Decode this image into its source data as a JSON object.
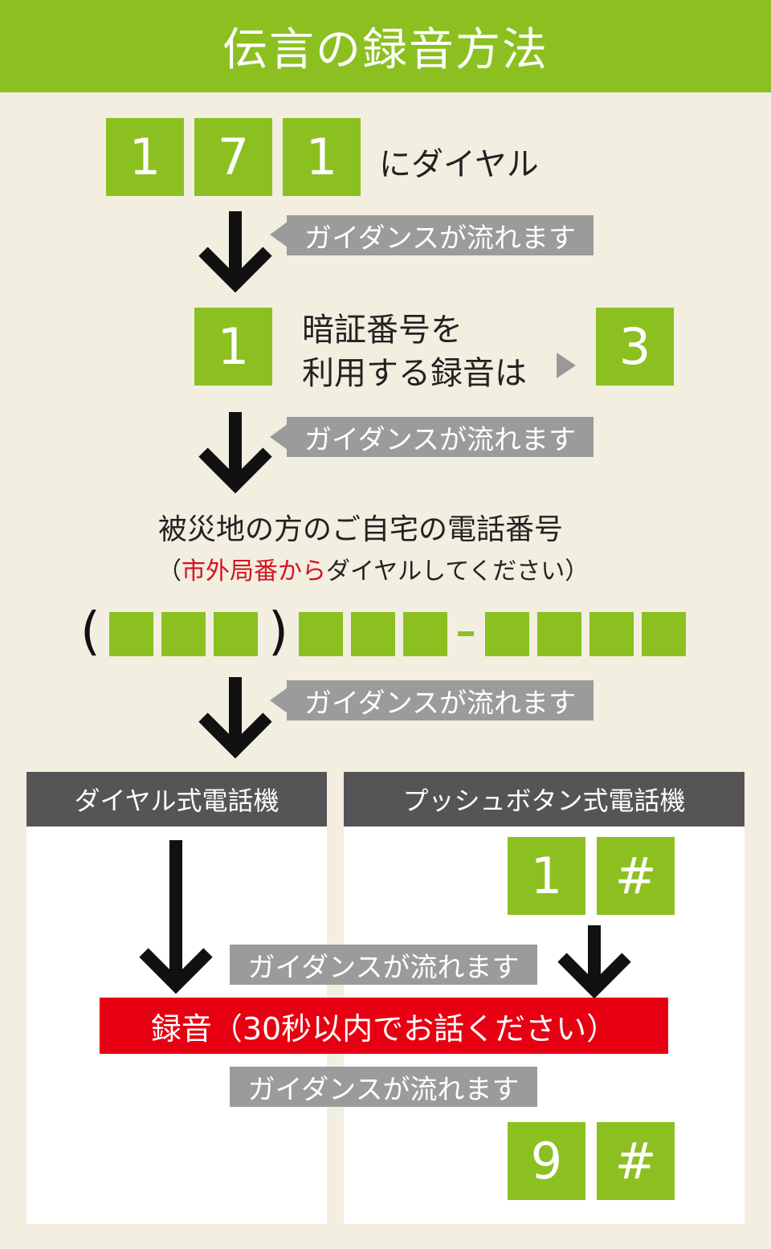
{
  "title": "伝言の録音方法",
  "step1": {
    "keys": [
      "1",
      "7",
      "1"
    ],
    "label": "にダイヤル"
  },
  "guidance": "ガイダンスが流れます",
  "step2": {
    "key": "1",
    "text_line1": "暗証番号を",
    "text_line2": "利用する録音は",
    "alt_key": "3"
  },
  "step3": {
    "line1": "被災地の方のご自宅の電話番号",
    "line2_open": "（",
    "line2_red": "市外局番から",
    "line2_rest": "ダイヤルしてください）",
    "paren_open": "(",
    "paren_close": ")",
    "dash": "-"
  },
  "columns": {
    "dial": "ダイヤル式電話機",
    "push": "プッシュボタン式電話機"
  },
  "push_keys_start": [
    "1",
    "#"
  ],
  "push_keys_end": [
    "9",
    "#"
  ],
  "record": "録音（30秒以内でお話ください）",
  "colors": {
    "green": "#8cc021",
    "red": "#e60012",
    "gray": "#9b9b9b",
    "dark": "#555457",
    "bg": "#f2eee0"
  }
}
